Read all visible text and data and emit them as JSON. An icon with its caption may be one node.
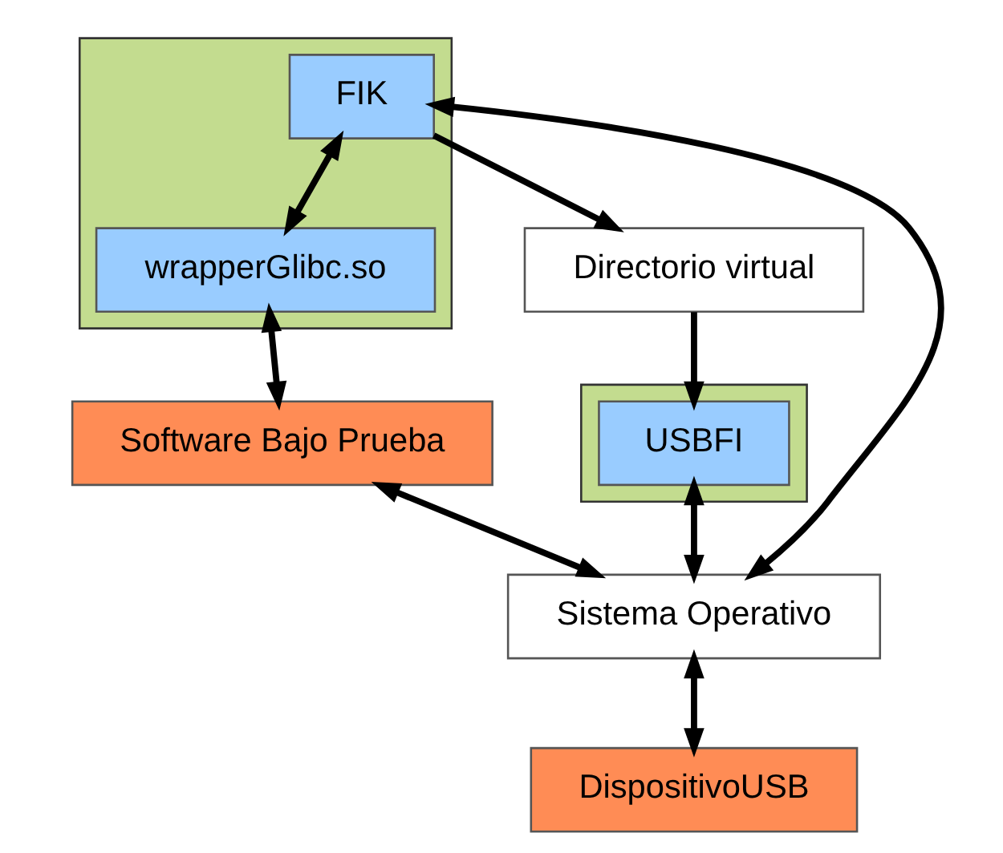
{
  "diagram": {
    "nodes": [
      {
        "text": [],
        "shape": "box"
      },
      {
        "text": [],
        "shape": "box"
      },
      {
        "text": [
          "Directorio virtual"
        ]
      },
      {
        "text": [
          "FIK"
        ],
        "in": 0
      },
      {
        "text": [
          "USBFI"
        ],
        "in": 1
      },
      {
        "text": [
          "wrapperGlibc.so"
        ],
        "in": 0
      },
      {
        "text": [
          "Sistema Operativo"
        ]
      },
      {
        "text": [
          "Software Bajo Prueba"
        ]
      },
      {
        "text": [
          "DispositivoUSB"
        ]
      }
    ],
    "edges": [
      {
        "from": 3,
        "to": 2,
        "arrow": "to"
      },
      {
        "from": 2,
        "to": 4,
        "arrow": "to"
      },
      {
        "from": 3,
        "to": 5,
        "arrow": "both"
      },
      {
        "from": 3,
        "to": 6,
        "arrow": "both"
      },
      {
        "from": 4,
        "to": 6,
        "arrow": "both"
      },
      {
        "from": 5,
        "to": 7,
        "arrow": "both"
      },
      {
        "from": 7,
        "to": 6,
        "arrow": "both"
      },
      {
        "from": 6,
        "to": 8,
        "arrow": "both"
      }
    ]
  }
}
